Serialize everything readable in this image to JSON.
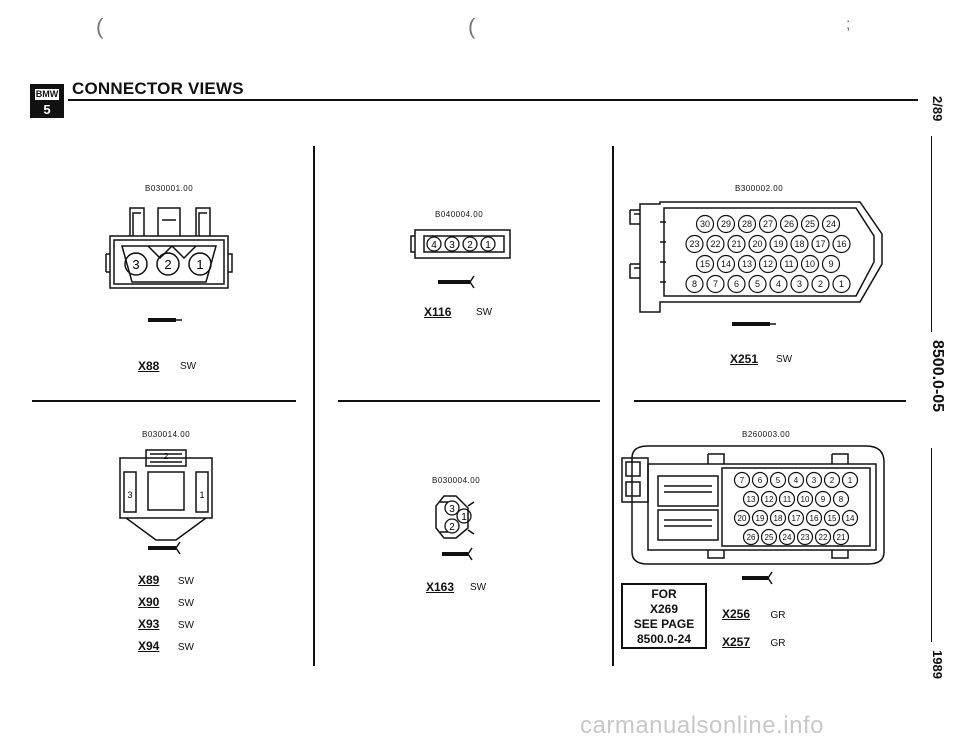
{
  "header": {
    "logo_top": "BMW",
    "logo_bottom": "5",
    "title": "CONNECTOR VIEWS"
  },
  "side": {
    "top": "2/89",
    "middle": "8500.0-05",
    "bottom": "1989"
  },
  "connectors": {
    "c1": {
      "code": "B030001.00",
      "pins": [
        "3",
        "2",
        "1"
      ],
      "label": "X88",
      "color": "SW"
    },
    "c2": {
      "code": "B040004.00",
      "pins": [
        "4",
        "3",
        "2",
        "1"
      ],
      "label": "X116",
      "color": "SW"
    },
    "c3": {
      "code": "B300002.00",
      "rows": [
        [
          "30",
          "29",
          "28",
          "27",
          "26",
          "25",
          "24"
        ],
        [
          "23",
          "22",
          "21",
          "20",
          "19",
          "18",
          "17",
          "16"
        ],
        [
          "15",
          "14",
          "13",
          "12",
          "11",
          "10",
          "9"
        ],
        [
          "8",
          "7",
          "6",
          "5",
          "4",
          "3",
          "2",
          "1"
        ]
      ],
      "label": "X251",
      "color": "SW"
    },
    "c4": {
      "code": "B030014.00",
      "pins": [
        "3",
        "2",
        "1"
      ],
      "labels": [
        [
          "X89",
          "SW"
        ],
        [
          "X90",
          "SW"
        ],
        [
          "X93",
          "SW"
        ],
        [
          "X94",
          "SW"
        ]
      ]
    },
    "c5": {
      "code": "B030004.00",
      "pins": [
        "3",
        "1",
        "2"
      ],
      "label": "X163",
      "color": "SW"
    },
    "c6": {
      "code": "B260003.00",
      "rows": [
        [
          "7",
          "6",
          "5",
          "4",
          "3",
          "2",
          "1"
        ],
        [
          "13",
          "12",
          "11",
          "10",
          "9",
          "8"
        ],
        [
          "20",
          "19",
          "18",
          "17",
          "16",
          "15",
          "14"
        ],
        [
          "26",
          "25",
          "24",
          "23",
          "22",
          "21"
        ]
      ],
      "labels": [
        [
          "X256",
          "GR"
        ],
        [
          "X257",
          "GR"
        ]
      ]
    }
  },
  "note": {
    "line1": "FOR",
    "line2": "X269",
    "line3": "SEE PAGE",
    "line4": "8500.0-24"
  },
  "watermark": "carmanualsonline.info"
}
